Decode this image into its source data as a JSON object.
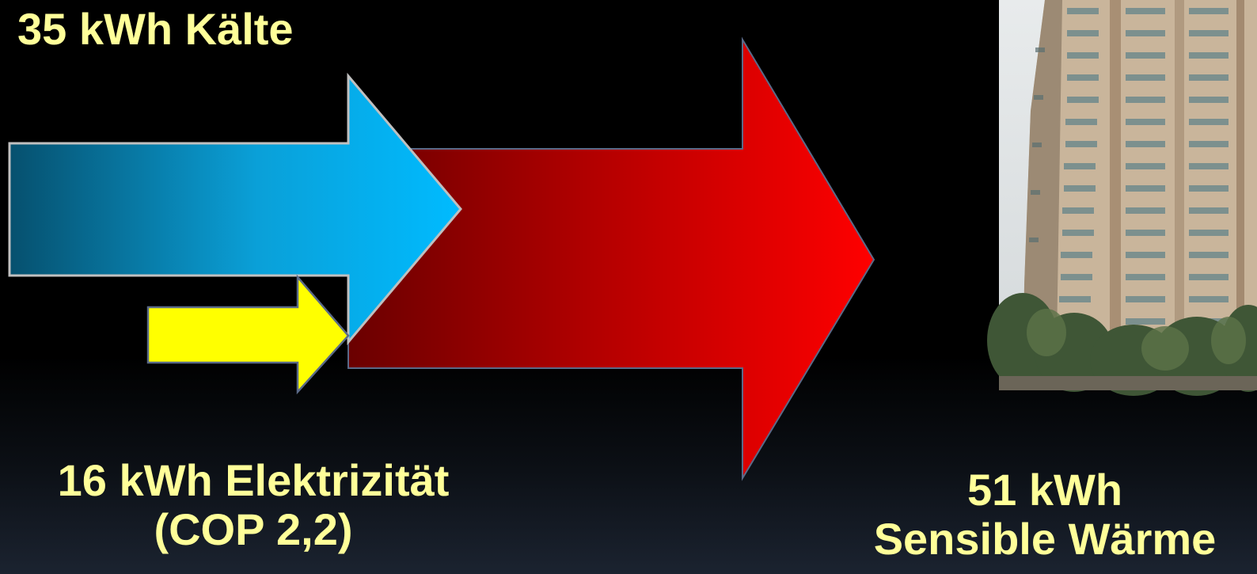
{
  "labels": {
    "cold": "35 kWh Kälte",
    "electricity_line1": "16 kWh Elektrizität",
    "electricity_line2": "(COP 2,2)",
    "heat_line1": "51 kWh",
    "heat_line2": "Sensible Wärme"
  },
  "colors": {
    "text": "#ffff99",
    "cold_arrow_start": "#06506e",
    "cold_arrow_end": "#00bbff",
    "electricity_arrow": "#ffff00",
    "heat_arrow_start": "#6a0000",
    "heat_arrow_end": "#ff0000"
  },
  "image": {
    "description_icon": "apartment-building-photo"
  }
}
